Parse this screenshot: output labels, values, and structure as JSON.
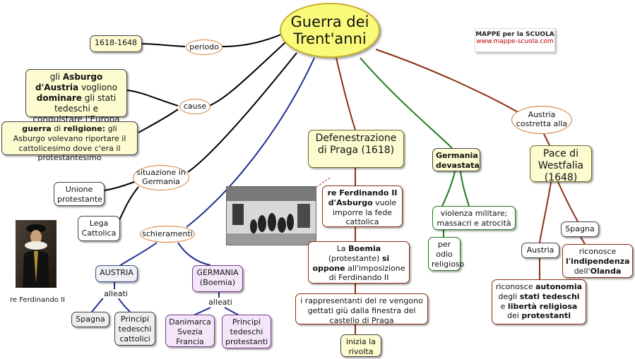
{
  "title": {
    "line1": "Guerra dei",
    "line2": "Trent'anni"
  },
  "brand": {
    "name": "MAPPE per la SCUOLA",
    "url": "www.mappe-scuola.com"
  },
  "left": {
    "period_value": "1618-1648",
    "period_label": "periodo",
    "causes_label": "cause",
    "cause1": {
      "pre": "gli ",
      "b1": "Asburgo d'Austria",
      "mid": " vogliono ",
      "b2": "dominare",
      "post": " gli stati tedeschi e conquistare l'Europa"
    },
    "cause2": {
      "b1": "guerra",
      "mid1": " di ",
      "b2": "religione:",
      "post": " gli Asburgo volevano riportare il cattolicesimo dove c'era il protestantesimo"
    },
    "situation_label": "situazione in Germania",
    "union": "Unione protestante",
    "league": "Lega Cattolica",
    "portrait_caption": "re Ferdinando II"
  },
  "alignments": {
    "label": "schieramenti",
    "austria": "AUSTRIA",
    "germany": "GERMANIA (Boemia)",
    "allies_label": "alleati",
    "spain": "Spagna",
    "catholic_princes": "Principi tedeschi cattolici",
    "danish_etc": "Danimarca Svezia Francia",
    "protestant_princes": "Principi tedeschi protestanti"
  },
  "defenestration": {
    "title": "Defenestrazione di Praga (1618)",
    "ferdinand": {
      "b": "re Ferdinando II d'Asburgo",
      "post": " vuole imporre la fede cattolica"
    },
    "bohemia": {
      "pre": "La ",
      "b1": "Boemia",
      "mid": " (protestante) ",
      "b2": "si oppone",
      "post": " all'imposizione di Ferdinando II"
    },
    "thrown": "i rappresentanti del re vengono gettati giù dalla finestra del castello di Praga",
    "revolt": "inizia la rivolta"
  },
  "germany_devastated": {
    "title": "Germania devastata",
    "violence": "violenza militare; massacri e atrocità",
    "religious_hate": "per odio religioso"
  },
  "westphalia": {
    "forced": "Austria costretta alla",
    "title": "Pace di Westfalia (1648)",
    "spain": "Spagna",
    "austria": "Austria",
    "spain_text": {
      "pre": "riconosce ",
      "b1": "l'indipendenza",
      "mid": " dell'",
      "b2": "Olanda"
    },
    "austria_text": {
      "pre": "riconosce ",
      "b1": "autonomia",
      "mid1": " degli ",
      "b2": "stati tedeschi",
      "mid2": " e ",
      "b3": "libertà religiosa",
      "mid3": " dei ",
      "b4": "protestanti"
    }
  },
  "colors": {
    "title_fill": "#fafa7a",
    "black_link": "#000000",
    "blue_link": "#1f2f8f",
    "brown_link": "#8a3010",
    "green_link": "#1f7a1f"
  }
}
